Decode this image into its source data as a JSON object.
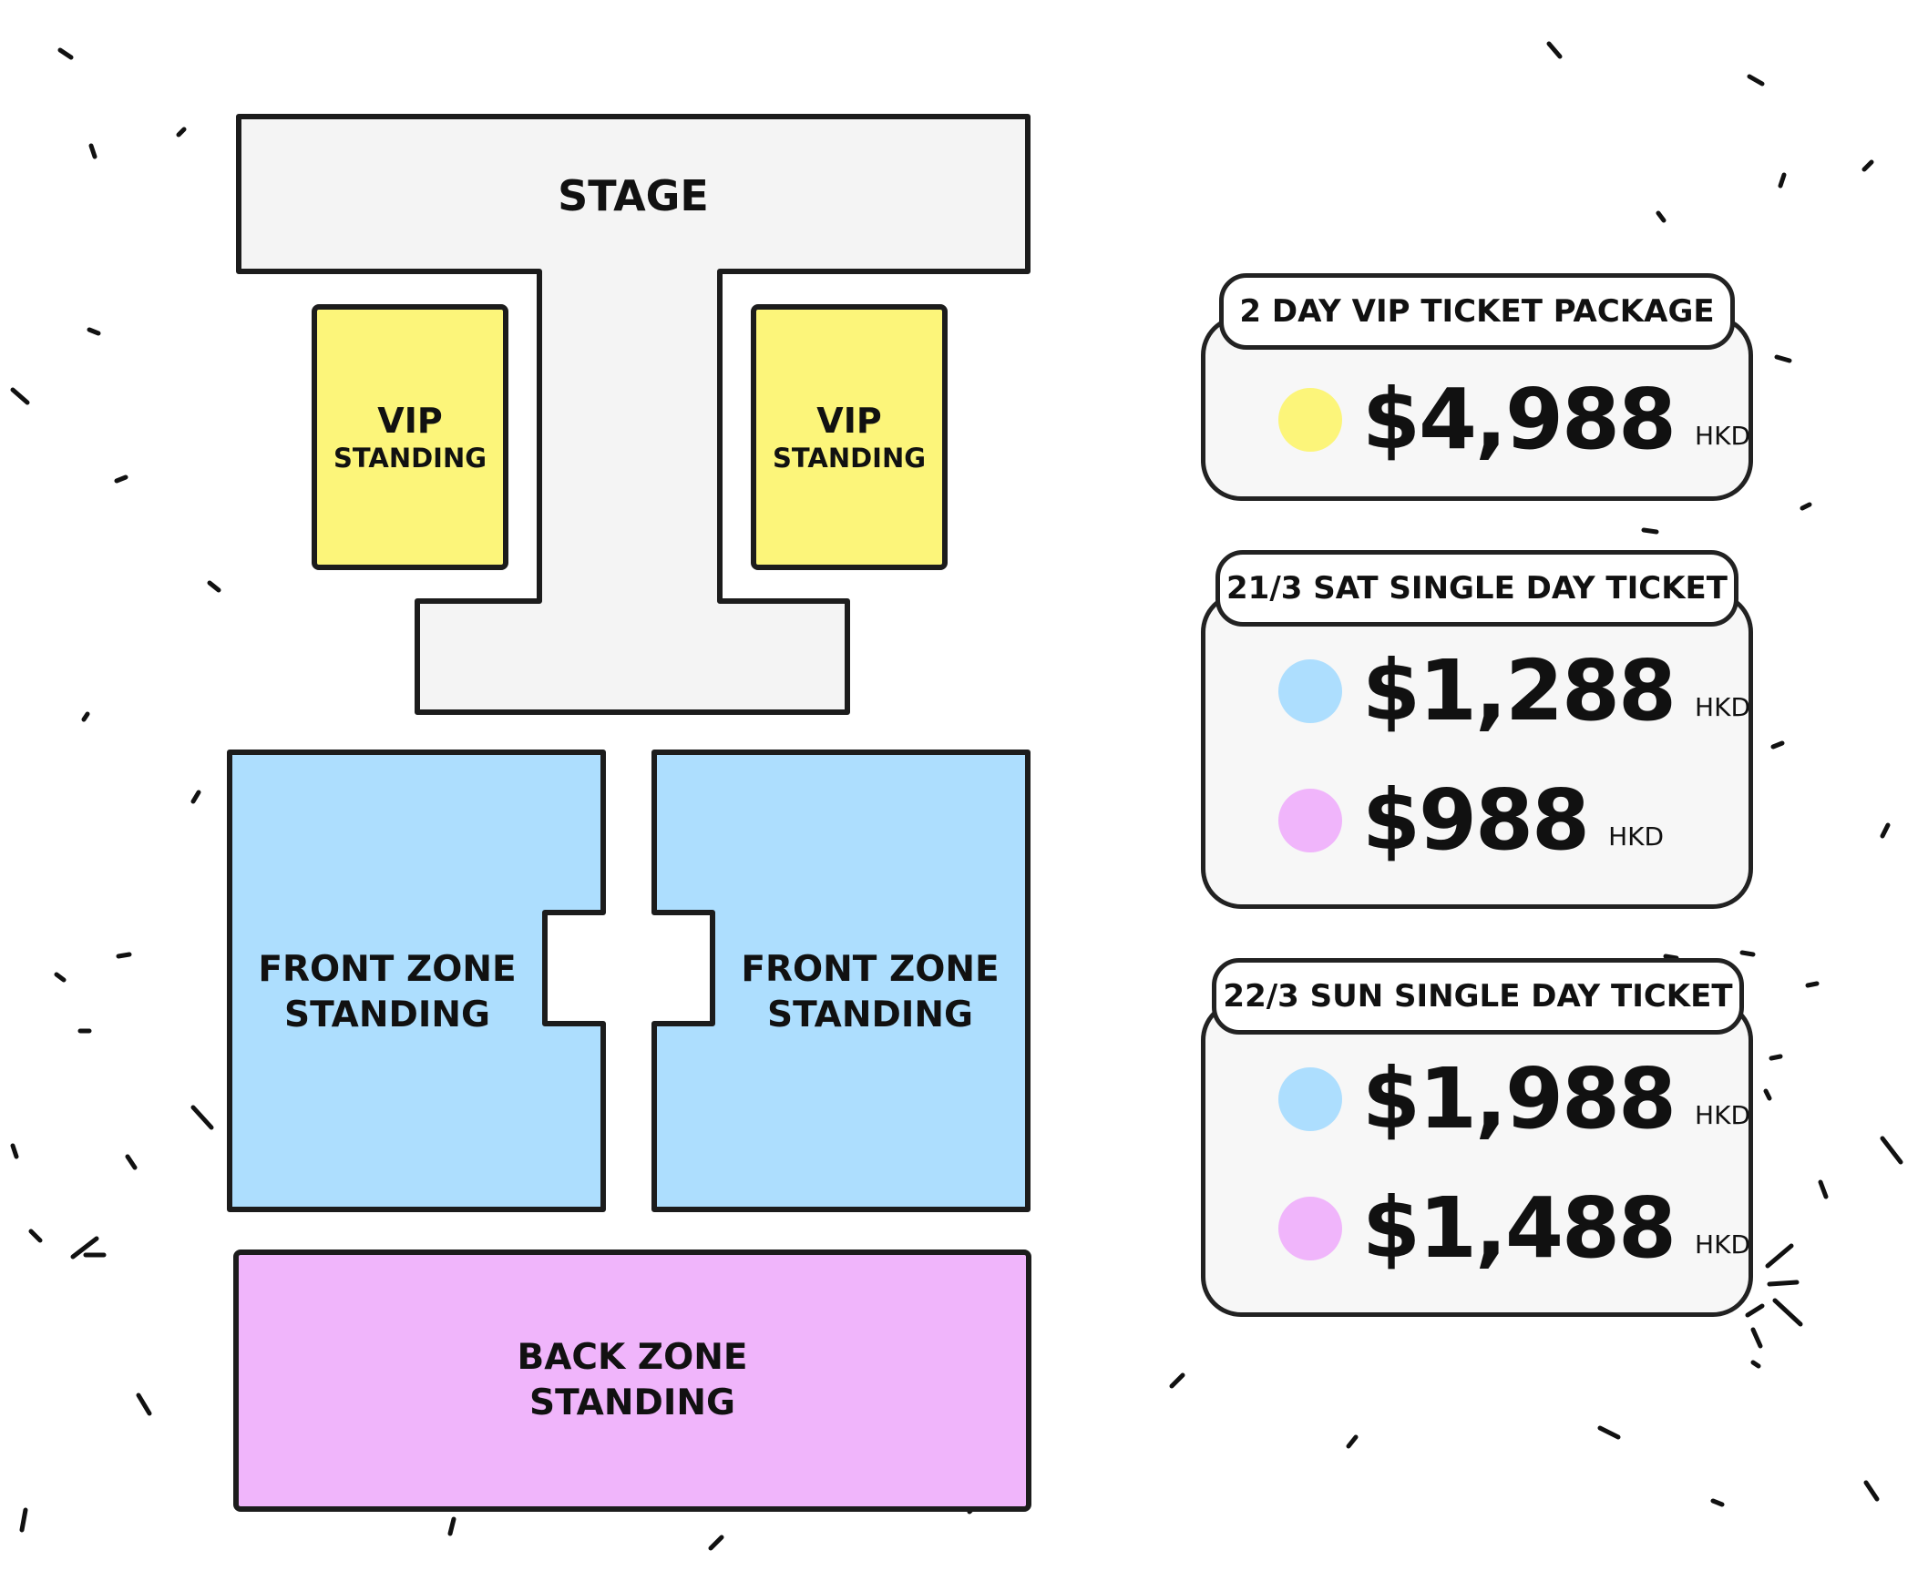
{
  "venue": {
    "stage": "STAGE",
    "vip_left": {
      "line1": "VIP",
      "line2": "STANDING"
    },
    "vip_right": {
      "line1": "VIP",
      "line2": "STANDING"
    },
    "front_left": {
      "line1": "FRONT ZONE",
      "line2": "STANDING"
    },
    "front_right": {
      "line1": "FRONT ZONE",
      "line2": "STANDING"
    },
    "back": {
      "line1": "BACK ZONE",
      "line2": "STANDING"
    }
  },
  "colors": {
    "vip": "#fcf57a",
    "front": "#addefe",
    "back": "#f0b5fb",
    "stage": "#f4f4f4",
    "outline": "#1c1c1c"
  },
  "tickets": [
    {
      "title": "2 DAY VIP TICKET PACKAGE",
      "prices": [
        {
          "amount": "$4,988",
          "currency": "HKD",
          "color": "#fcf57a"
        }
      ]
    },
    {
      "title": "21/3 SAT SINGLE DAY TICKET",
      "prices": [
        {
          "amount": "$1,288",
          "currency": "HKD",
          "color": "#addefe"
        },
        {
          "amount": "$988",
          "currency": "HKD",
          "color": "#f0b5fb"
        }
      ]
    },
    {
      "title": "22/3 SUN SINGLE DAY TICKET",
      "prices": [
        {
          "amount": "$1,988",
          "currency": "HKD",
          "color": "#addefe"
        },
        {
          "amount": "$1,488",
          "currency": "HKD",
          "color": "#f0b5fb"
        }
      ]
    }
  ]
}
